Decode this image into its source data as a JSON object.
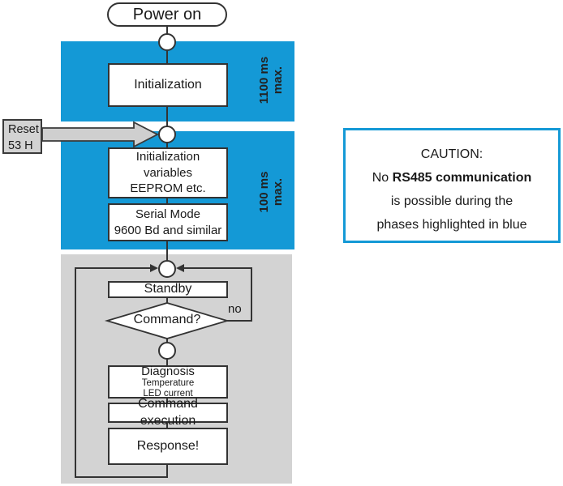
{
  "colors": {
    "highlight_blue": "#1499D6",
    "panel_gray": "#D3D3D3",
    "outline_dark": "#333333",
    "arrow_gray": "#CFCFCF"
  },
  "flowchart": {
    "power_on": "Power on",
    "initialization": "Initialization",
    "phase1_duration": "1100 ms\nmax.",
    "reset_label": "Reset\n53 H",
    "init_variables": "Initialization\nvariables\nEEPROM etc.",
    "serial_mode": "Serial Mode\n9600 Bd and similar",
    "phase2_duration": "100 ms\nmax.",
    "standby": "Standby",
    "command_decision": "Command?",
    "no_label": "no",
    "diagnosis_title": "Diagnosis",
    "diagnosis_detail": "Temperature\nLED current",
    "command_execution": "Command execution",
    "response": "Response!"
  },
  "caution": {
    "title": "CAUTION:",
    "line2_prefix": "No ",
    "line2_bold": "RS485 communication",
    "line3": "is possible during the",
    "line4": "phases highlighted in blue"
  }
}
